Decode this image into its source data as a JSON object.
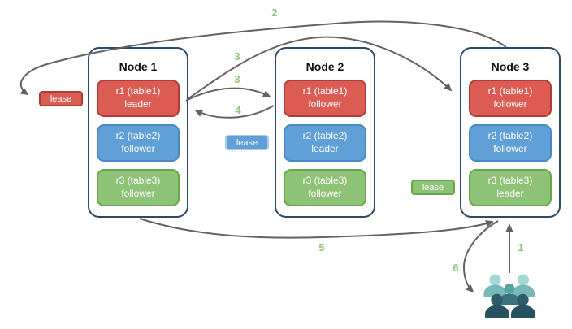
{
  "diagram": {
    "nodes": [
      {
        "title": "Node 1",
        "replicas": [
          {
            "name": "r1 (table1)",
            "role": "leader",
            "color": "red"
          },
          {
            "name": "r2 (table2)",
            "role": "follower",
            "color": "blue"
          },
          {
            "name": "r3 (table3)",
            "role": "follower",
            "color": "green"
          }
        ]
      },
      {
        "title": "Node 2",
        "replicas": [
          {
            "name": "r1 (table1)",
            "role": "follower",
            "color": "red"
          },
          {
            "name": "r2 (table2)",
            "role": "leader",
            "color": "blue"
          },
          {
            "name": "r3 (table3)",
            "role": "follower",
            "color": "green"
          }
        ]
      },
      {
        "title": "Node 3",
        "replicas": [
          {
            "name": "r1 (table1)",
            "role": "follower",
            "color": "blue_red"
          },
          {
            "name": "r2 (table2)",
            "role": "follower",
            "color": "blue"
          },
          {
            "name": "r3 (table3)",
            "role": "leader",
            "color": "green"
          }
        ]
      }
    ],
    "leases": [
      {
        "label": "lease",
        "color": "red",
        "near": "Node 1 / r1"
      },
      {
        "label": "lease",
        "color": "blue",
        "near": "Node 2 / r2"
      },
      {
        "label": "lease",
        "color": "green",
        "near": "Node 3 / r3"
      }
    ],
    "steps": {
      "s1": "1",
      "s2": "2",
      "s3_long": "3",
      "s3_short": "3",
      "s4": "4",
      "s5": "5",
      "s6": "6"
    },
    "connections": [
      {
        "step": "1",
        "from": "users",
        "to": "Node 3"
      },
      {
        "step": "2",
        "from": "Node 3",
        "to": "red lease (Node 1)"
      },
      {
        "step": "3",
        "from": "Node 1 r1 leader",
        "to": "Node 3 r1 follower"
      },
      {
        "step": "3",
        "from": "Node 1 r1 leader",
        "to": "Node 2 r1 follower"
      },
      {
        "step": "4",
        "from": "Node 2 r1 follower",
        "to": "Node 1 r1 leader"
      },
      {
        "step": "5",
        "from": "Node 1",
        "to": "Node 3"
      },
      {
        "step": "6",
        "from": "Node 3",
        "to": "users"
      }
    ],
    "icons": {
      "users_group": "users-group-icon"
    },
    "colors": {
      "red_fill": "#dc5b53",
      "red_border": "#b03c36",
      "blue_fill": "#61a0d7",
      "blue_border": "#4a88c2",
      "blue_lease_border": "#a9cce9",
      "green_fill": "#8ec377",
      "green_border": "#68a74e",
      "node_border": "#2d4a6b",
      "arrow": "#636363",
      "step_label": "#93c47d",
      "people_light_head": "#a6d7d7",
      "people_light_body": "#77b9b9",
      "people_mid_head": "#57a3a3",
      "people_mid_body": "#3e7180",
      "people_dark_head": "#2e5c6a",
      "people_dark_body": "#28525f"
    }
  }
}
